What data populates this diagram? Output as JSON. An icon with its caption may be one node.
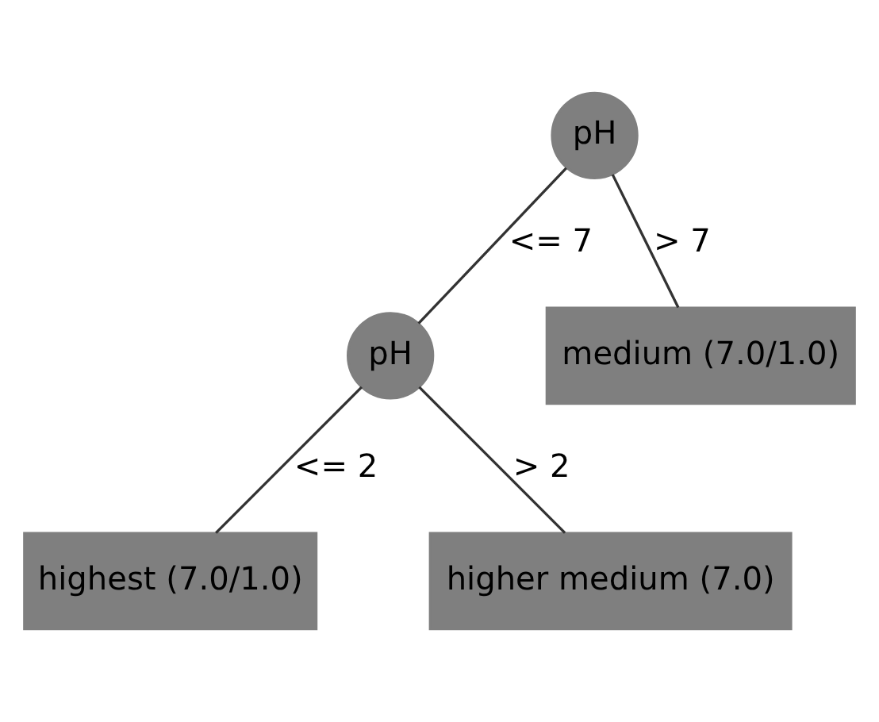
{
  "diagram": {
    "nodes": [
      {
        "text": [
          "pH"
        ]
      },
      {
        "text": [
          "pH"
        ]
      },
      {
        "text": [
          "medium (7.0/1.0)"
        ]
      },
      {
        "text": [
          "highest (7.0/1.0)"
        ]
      },
      {
        "text": [
          "higher medium (7.0)"
        ]
      }
    ],
    "edges": [
      {
        "from": 0,
        "to": 1,
        "arrow": "none",
        "label": "<= 7"
      },
      {
        "from": 0,
        "to": 2,
        "arrow": "none",
        "label": "> 7"
      },
      {
        "from": 1,
        "to": 3,
        "arrow": "none",
        "label": "<= 2"
      },
      {
        "from": 1,
        "to": 4,
        "arrow": "none",
        "label": "> 2"
      }
    ]
  }
}
